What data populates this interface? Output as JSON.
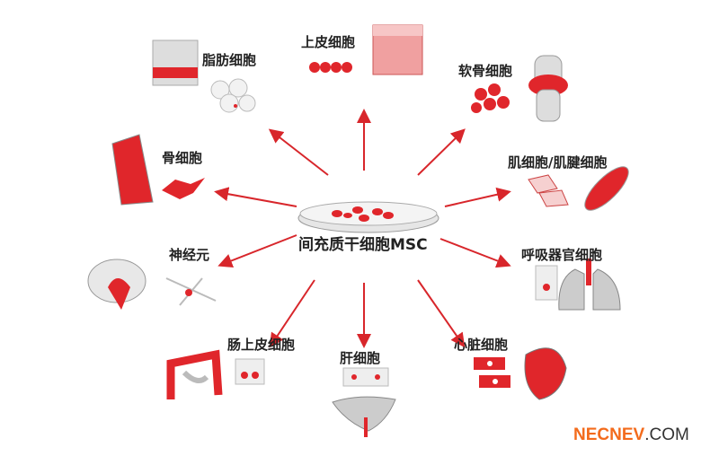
{
  "center": {
    "label": "间充质干细胞MSC"
  },
  "cells": {
    "adipocyte": "脂肪细胞",
    "epithelial": "上皮细胞",
    "chondrocyte": "软骨细胞",
    "osteocyte": "骨细胞",
    "muscle": "肌细胞/肌腱细胞",
    "neuron": "神经元",
    "respiratory": "呼吸器官细胞",
    "intestinal": "肠上皮细胞",
    "hepatocyte": "肝细胞",
    "cardiac": "心脏细胞"
  },
  "watermark": {
    "brand": "NECNEV",
    "suffix": ".COM"
  },
  "colors": {
    "accent": "#e0262b",
    "arrow": "#d8262b",
    "watermark": "#f36b1c"
  }
}
